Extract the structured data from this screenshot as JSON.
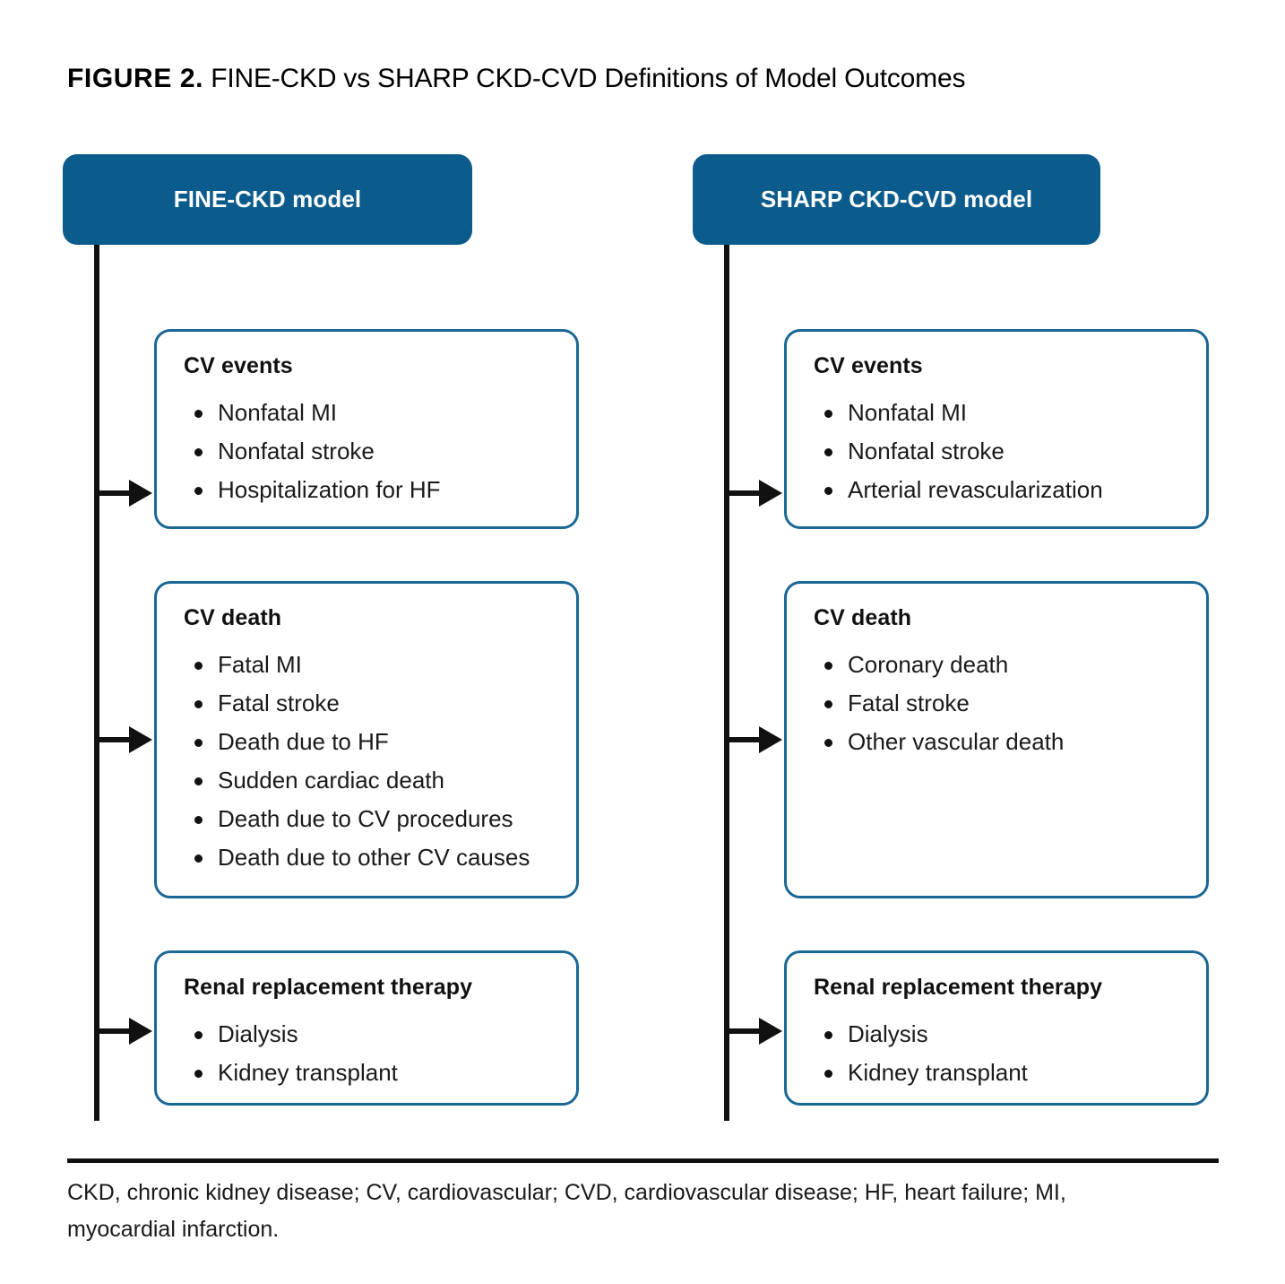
{
  "figure": {
    "label": "FIGURE 2.",
    "caption": "FINE-CKD vs SHARP CKD-CVD Definitions of Model Outcomes"
  },
  "colors": {
    "header_fill": "#0b5b8c",
    "box_border": "#1b6795",
    "connector": "#111111",
    "header_text": "#ffffff",
    "body_text": "#1a1a1a"
  },
  "columns": [
    {
      "id": "fine-ckd",
      "header": "FINE-CKD model",
      "boxes": [
        {
          "id": "cv-events",
          "title": "CV events",
          "items": [
            "Nonfatal MI",
            "Nonfatal stroke",
            "Hospitalization for HF"
          ]
        },
        {
          "id": "cv-death",
          "title": "CV death",
          "items": [
            "Fatal MI",
            "Fatal stroke",
            "Death due to HF",
            "Sudden cardiac death",
            "Death due to CV procedures",
            "Death due to other CV causes"
          ]
        },
        {
          "id": "renal-replacement-therapy",
          "title": "Renal replacement therapy",
          "items": [
            "Dialysis",
            "Kidney transplant"
          ]
        }
      ]
    },
    {
      "id": "sharp-ckd-cvd",
      "header": "SHARP CKD-CVD model",
      "boxes": [
        {
          "id": "cv-events",
          "title": "CV events",
          "items": [
            "Nonfatal MI",
            "Nonfatal stroke",
            "Arterial revascularization"
          ]
        },
        {
          "id": "cv-death",
          "title": "CV death",
          "items": [
            "Coronary death",
            "Fatal stroke",
            "Other vascular death"
          ]
        },
        {
          "id": "renal-replacement-therapy",
          "title": "Renal replacement therapy",
          "items": [
            "Dialysis",
            "Kidney transplant"
          ]
        }
      ]
    }
  ],
  "footnote": "CKD, chronic kidney disease; CV, cardiovascular; CVD, cardiovascular disease; HF, heart failure; MI, myocardial infarction."
}
